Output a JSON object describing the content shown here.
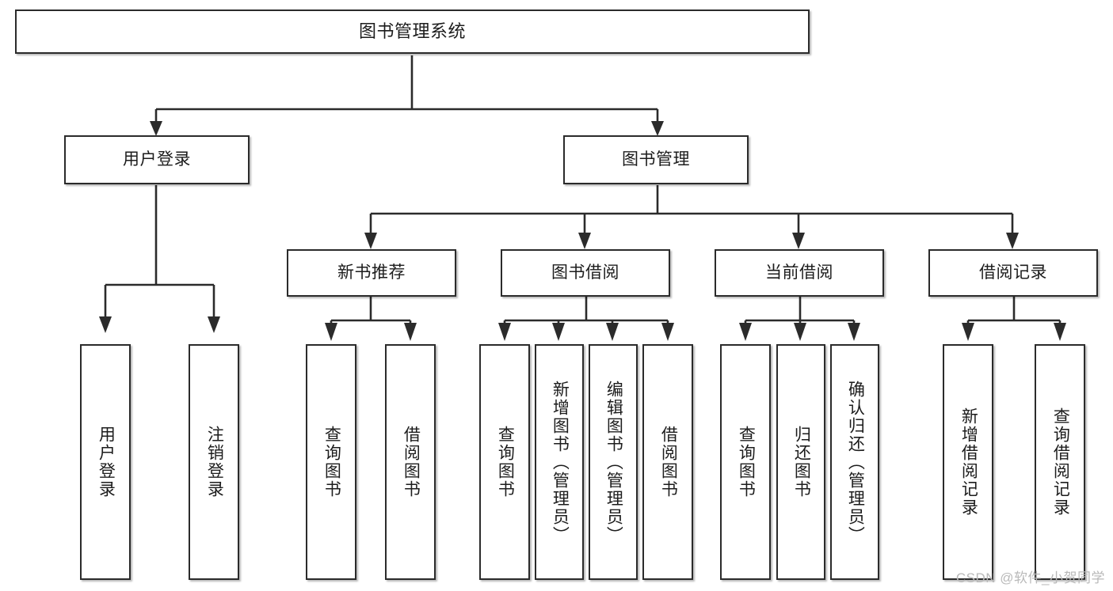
{
  "diagram": {
    "title": "图书管理系统",
    "type": "tree-hierarchy-chart",
    "root": {
      "id": "root",
      "label": "图书管理系统"
    },
    "level2": [
      {
        "id": "user-login",
        "label": "用户登录"
      },
      {
        "id": "book-manage",
        "label": "图书管理"
      }
    ],
    "level3": [
      {
        "id": "new-book-recommend",
        "label": "新书推荐",
        "parent": "book-manage"
      },
      {
        "id": "book-borrow",
        "label": "图书借阅",
        "parent": "book-manage"
      },
      {
        "id": "current-borrow",
        "label": "当前借阅",
        "parent": "book-manage"
      },
      {
        "id": "borrow-record",
        "label": "借阅记录",
        "parent": "book-manage"
      }
    ],
    "leaves": [
      {
        "id": "leaf-user-login",
        "label": "用户登录",
        "parent": "user-login"
      },
      {
        "id": "leaf-logout-login",
        "label": "注销登录",
        "parent": "user-login"
      },
      {
        "id": "leaf-query-book-1",
        "label": "查询图书",
        "parent": "new-book-recommend"
      },
      {
        "id": "leaf-borrow-book-1",
        "label": "借阅图书",
        "parent": "new-book-recommend"
      },
      {
        "id": "leaf-query-book-2",
        "label": "查询图书",
        "parent": "book-borrow"
      },
      {
        "id": "leaf-add-book",
        "label": "新增图书（管理员）",
        "parent": "book-borrow"
      },
      {
        "id": "leaf-edit-book",
        "label": "编辑图书（管理员）",
        "parent": "book-borrow"
      },
      {
        "id": "leaf-borrow-book-2",
        "label": "借阅图书",
        "parent": "book-borrow"
      },
      {
        "id": "leaf-query-book-3",
        "label": "查询图书",
        "parent": "current-borrow"
      },
      {
        "id": "leaf-return-book",
        "label": "归还图书",
        "parent": "current-borrow"
      },
      {
        "id": "leaf-confirm-return",
        "label": "确认归还（管理员）",
        "parent": "current-borrow"
      },
      {
        "id": "leaf-add-record",
        "label": "新增借阅记录",
        "parent": "borrow-record"
      },
      {
        "id": "leaf-query-record",
        "label": "查询借阅记录",
        "parent": "borrow-record"
      }
    ],
    "watermark": "CSDN @软件_小贺同学",
    "colors": {
      "stroke": "#2b2b2b",
      "fill": "#ffffff",
      "text": "#1c1c1c",
      "watermark": "#b9b9b9"
    }
  }
}
